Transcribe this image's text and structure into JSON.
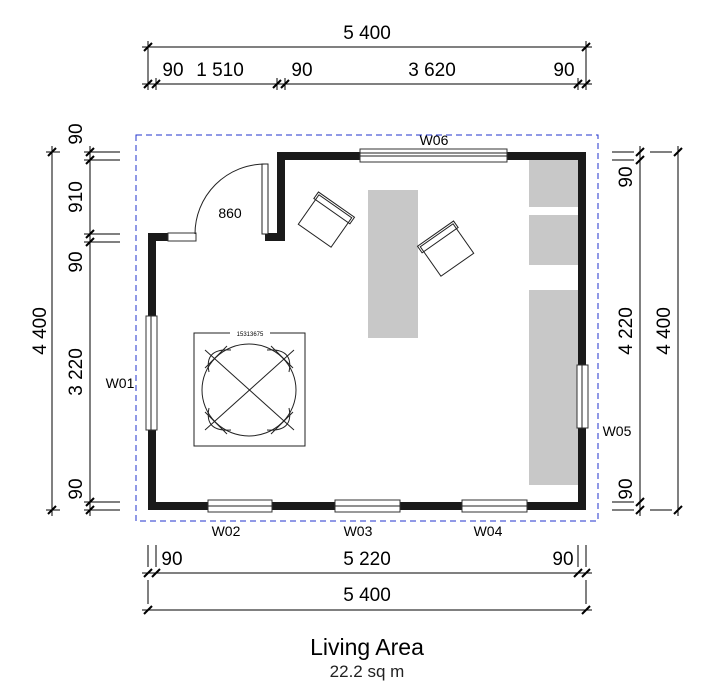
{
  "title": "Living Area",
  "area": "22.2 sq m",
  "door_label": "860",
  "table_label": "15313675",
  "windows": {
    "w01": "W01",
    "w02": "W02",
    "w03": "W03",
    "w04": "W04",
    "w05": "W05",
    "w06": "W06"
  },
  "dimensions": {
    "top_total": "5 400",
    "top_parts": [
      "90",
      "1 510",
      "90",
      "3 620",
      "90"
    ],
    "bottom_parts": [
      "90",
      "5 220",
      "90"
    ],
    "bottom_total": "5 400",
    "left_total": "4 400",
    "left_parts": [
      "90",
      "910",
      "90",
      "3 220",
      "90"
    ],
    "right_parts": [
      "90",
      "4 220",
      "90"
    ],
    "right_total": "4 400"
  },
  "colors": {
    "wall": "#1a1a1a",
    "furniture": "#c8c8c8",
    "boundary": "#2233cc"
  }
}
